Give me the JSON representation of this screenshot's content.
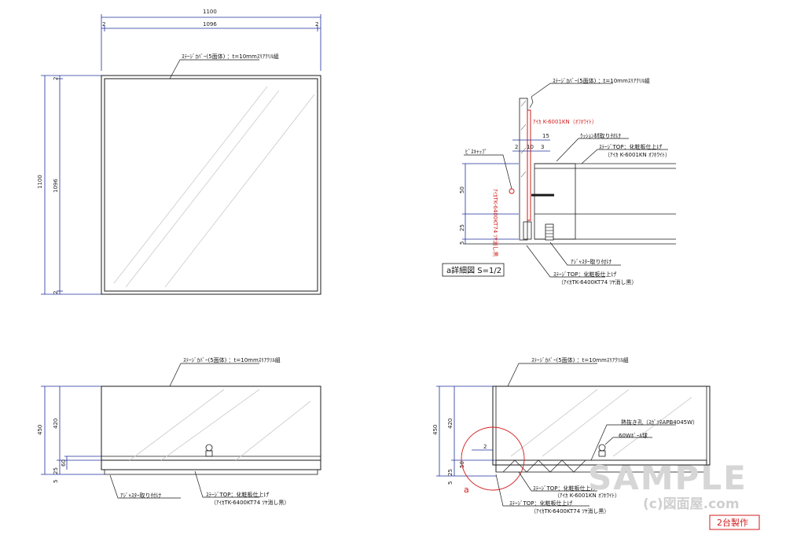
{
  "plan_view": {
    "dim_total_w": "1100",
    "dim_inner_w": "1096",
    "dim_side_l": "2",
    "dim_side_r": "2",
    "dim_total_h": "1100",
    "dim_inner_h": "1096",
    "dim_side_t": "2",
    "dim_side_b": "2",
    "cover_note": "ｽﾃｰｼﾞｶﾊﾞｰ(5面体) ：t=10mmｽﾘｱｸﾘﾙ組"
  },
  "detail_view": {
    "cover_note": "ｽﾃｰｼﾞｶﾊﾞｰ(5面体) ：t=10mmｽﾘｱｸﾘﾙ組",
    "red_note": "ｱｲｶ K-6001KN（ｵﾌﾎﾜｲﾄ）",
    "red_vertical": "ｱｲｶTK-6400KT74 ﾂﾔ消し黒",
    "cushion_note": "ｸｯｼｮﾝ材取り付け",
    "top_note_1": "ｽﾃｰｼﾞTOP：化粧板仕上げ",
    "top_note_2": "（ｱｲｶ K-6001KN ｵﾌﾎﾜｲﾄ）",
    "screw_cap": "ﾋﾞｽｷｬｯﾌﾟ",
    "dim_15": "15",
    "dim_2": "2",
    "dim_10": "10",
    "dim_3": "3",
    "dim_50": "50",
    "dim_25": "25",
    "dim_5": "5",
    "adjuster_note": "ｱｼﾞｬｽﾀｰ取り付け",
    "bottom_note_1": "ｽﾃｰｼﾞTOP：化粧板仕上げ",
    "bottom_note_2": "（ｱｲｶTK-6400KT74 ﾂﾔ消し黒）",
    "title": "a詳細図 S=1/2"
  },
  "front_view": {
    "cover_note": "ｽﾃｰｼﾞｶﾊﾞｰ(5面体) ：t=10mmｽﾘｱｸﾘﾙ組",
    "dim_450": "450",
    "dim_420": "420",
    "dim_60": "60",
    "dim_25": "25",
    "dim_5": "5",
    "adjuster_note": "ｱｼﾞｬｽﾀｰ取り付け",
    "top_note_1": "ｽﾃｰｼﾞTOP：化粧板仕上げ",
    "top_note_2": "（ｱｲｶTK-6400KT74 ﾂﾔ消し黒）"
  },
  "section_view": {
    "cover_note": "ｽﾃｰｼﾞｶﾊﾞｰ(5面体) ：t=10mmｽﾘｱｸﾘﾙ組",
    "dim_450": "450",
    "dim_420": "420",
    "dim_2": "2",
    "dim_50": "50",
    "dim_25": "25",
    "dim_5": "5",
    "heat_hole": "熱抜き孔（ｽｶﾞﾂﾈAPB4045W）",
    "bulb": "60Wﾎﾞｰﾙ球",
    "top_note_1": "ｽﾃｰｼﾞTOP：化粧板仕上げ",
    "top_note_2": "（ｱｲｶ K-6001KN ｵﾌﾎﾜｲﾄ）",
    "bottom_note_1": "ｽﾃｰｼﾞTOP：化粧板仕上げ",
    "bottom_note_2": "（ｱｲｶTK-6400KT74 ﾂﾔ消し黒）",
    "callout": "a"
  },
  "watermark": {
    "sample": "SAMPLE",
    "site": "(c)図面屋.com"
  },
  "production_note": "2台製作",
  "colors": {
    "dimension": "#1f2f9a",
    "accent": "#d21d1d",
    "line": "#1a1a1a"
  }
}
